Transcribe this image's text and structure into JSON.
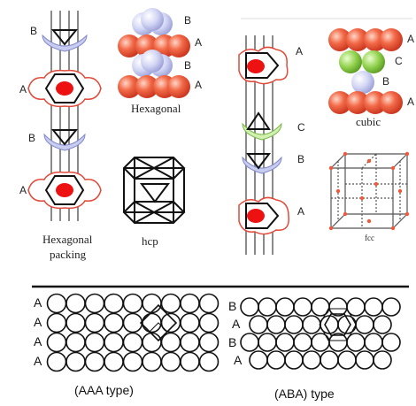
{
  "hexagonal_panel": {
    "layer_labels": [
      "B",
      "A",
      "B",
      "A"
    ],
    "stack_labels": [
      "B",
      "A",
      "B",
      "A"
    ],
    "stack_caption": "Hexagonal",
    "packing_caption_line1": "Hexagonal",
    "packing_caption_line2": "packing",
    "hcp_caption": "hcp"
  },
  "cubic_panel": {
    "layer_labels": [
      "A",
      "C",
      "B",
      "A"
    ],
    "stack_labels": [
      "A",
      "C",
      "B",
      "A"
    ],
    "stack_caption": "cubic",
    "fcc_caption": "fcc"
  },
  "layer_panel": {
    "aaa_labels": [
      "A",
      "A",
      "A",
      "A"
    ],
    "aba_labels": [
      "B",
      "A",
      "B",
      "A"
    ],
    "aaa_caption": "(AAA type)",
    "aba_caption": "(ABA) type"
  },
  "colors": {
    "sphere_a": "#ee5a3c",
    "sphere_b": "#c8ccf0",
    "sphere_c": "#8cd04a",
    "center_red": "#ee1111",
    "rod": "#888888",
    "line": "#111111"
  }
}
